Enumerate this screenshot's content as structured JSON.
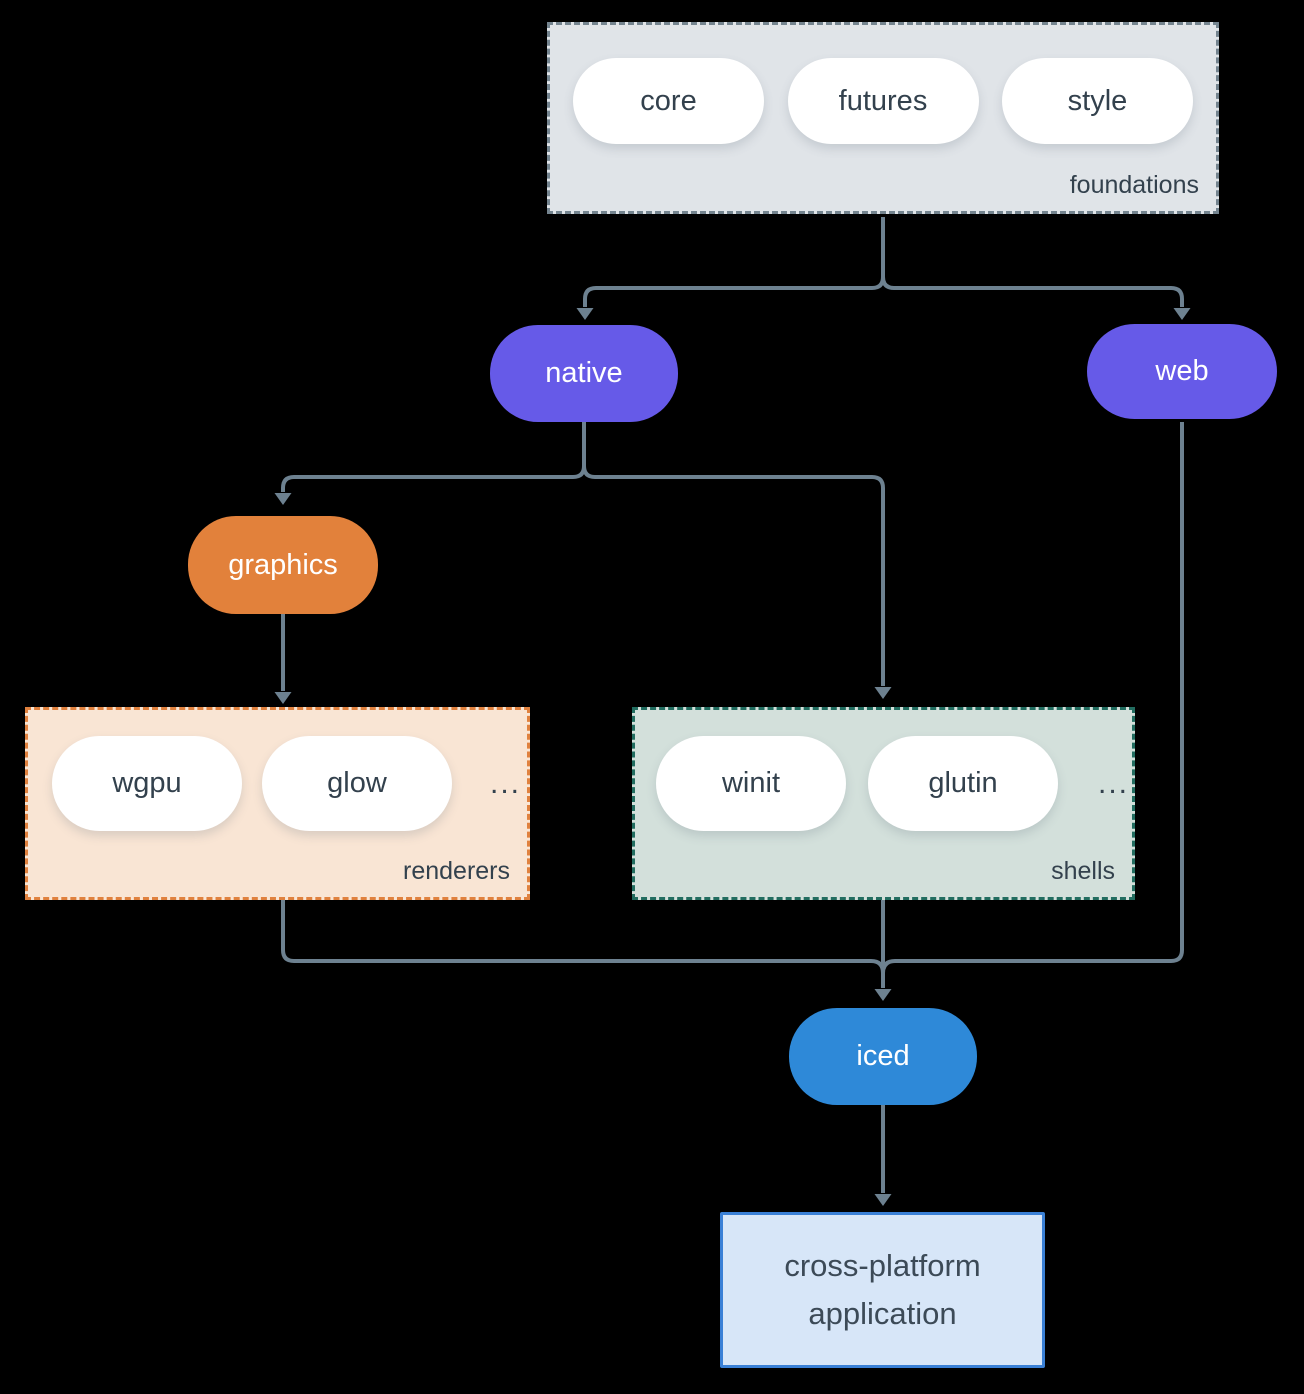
{
  "diagram": {
    "background": "#000000",
    "arrow_color": "#6d8190",
    "pill_fill": "#ffffff",
    "dark_text": "#33414d",
    "groups": {
      "foundations": {
        "label": "foundations",
        "fill": "#e0e4e8",
        "border": "#74848f",
        "pills": [
          "core",
          "futures",
          "style"
        ]
      },
      "renderers": {
        "label": "renderers",
        "fill": "#f9e5d4",
        "border": "#e0813e",
        "pills": [
          "wgpu",
          "glow"
        ],
        "ellipsis": "..."
      },
      "shells": {
        "label": "shells",
        "fill": "#d3e0db",
        "border": "#226d60",
        "pills": [
          "winit",
          "glutin"
        ],
        "ellipsis": "..."
      }
    },
    "nodes": {
      "native": {
        "label": "native",
        "fill": "#665ae8"
      },
      "web": {
        "label": "web",
        "fill": "#665ae8"
      },
      "graphics": {
        "label": "graphics",
        "fill": "#e2813b"
      },
      "iced": {
        "label": "iced",
        "fill": "#2e89d8"
      },
      "application": {
        "lines": [
          "cross-platform",
          "application"
        ],
        "fill": "#d7e6f8",
        "border": "#3a80d6"
      }
    }
  }
}
